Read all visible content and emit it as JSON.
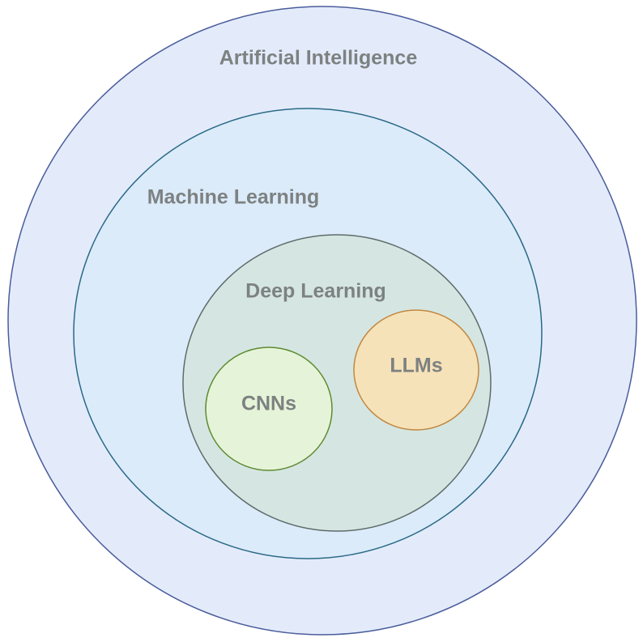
{
  "diagram": {
    "sets": [
      {
        "id": "ai",
        "label": "Artificial Intelligence",
        "fill": "#e3ebfb",
        "stroke": "#4b5d9b"
      },
      {
        "id": "ml",
        "label": "Machine Learning",
        "fill": "#dbebfa",
        "stroke": "#2b6a86"
      },
      {
        "id": "dl",
        "label": "Deep Learning",
        "fill": "#d5e6e2",
        "stroke": "#5f6b69"
      },
      {
        "id": "cnn",
        "label": "CNNs",
        "fill": "#e5f4d8",
        "stroke": "#5e8a32"
      },
      {
        "id": "llm",
        "label": "LLMs",
        "fill": "#f6e2b8",
        "stroke": "#c28740"
      }
    ],
    "label_color": "#7d8181"
  }
}
